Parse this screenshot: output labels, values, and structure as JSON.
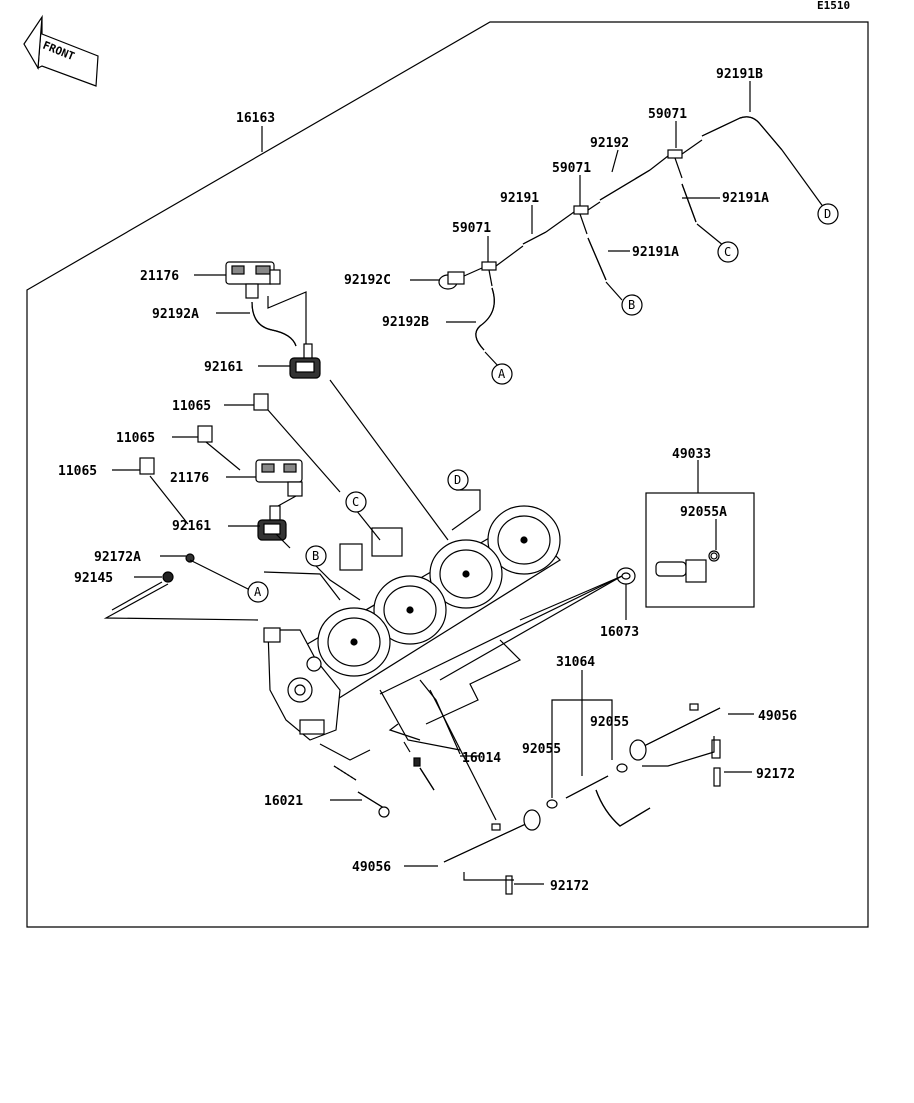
{
  "page_code": "E1510",
  "front_label": "FRONT",
  "parts": {
    "p16163": "16163",
    "p92191B": "92191B",
    "p59071_top": "59071",
    "p92192": "92192",
    "p59071_mid": "59071",
    "p92191A_top": "92191A",
    "p92191": "92191",
    "p59071_left": "59071",
    "p92191A_mid": "92191A",
    "p92192C": "92192C",
    "p92192B": "92192B",
    "p21176_top": "21176",
    "p92192A": "92192A",
    "p92161_top": "92161",
    "p11065_a": "11065",
    "p11065_b": "11065",
    "p11065_c": "11065",
    "p21176_mid": "21176",
    "p92161_mid": "92161",
    "p92172A": "92172A",
    "p92145": "92145",
    "p49033": "49033",
    "p92055A": "92055A",
    "p16073": "16073",
    "p31064": "31064",
    "p92055_r": "92055",
    "p92055_l": "92055",
    "p49056_r": "49056",
    "p92172_r": "92172",
    "p16014": "16014",
    "p16021": "16021",
    "p49056_l": "49056",
    "p92172_l": "92172"
  },
  "refs": {
    "D_top": "D",
    "C_top": "C",
    "B_top": "B",
    "A_top": "A",
    "C_body": "C",
    "D_body": "D",
    "B_body": "B",
    "A_body": "A"
  }
}
